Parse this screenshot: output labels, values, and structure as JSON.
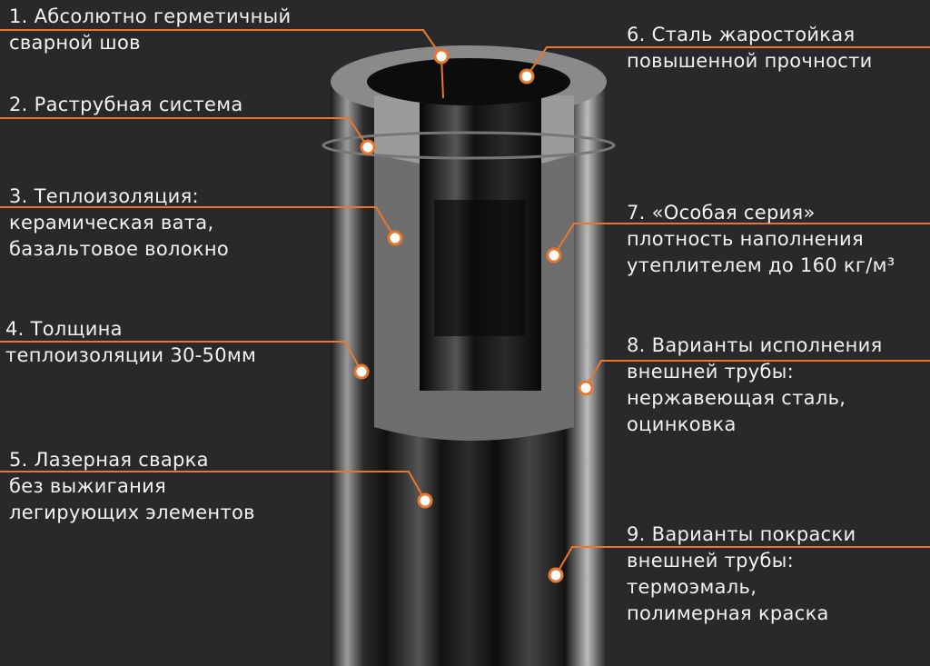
{
  "accent_color": "#e8772e",
  "labels": [
    {
      "lines": [
        "1. Абсолютно герметичный",
        "сварной шов"
      ]
    },
    {
      "lines": [
        "2. Раструбная система"
      ]
    },
    {
      "lines": [
        "3. Теплоизоляция:",
        "керамическая вата,",
        "базальтовое волокно"
      ]
    },
    {
      "lines": [
        "4. Толщина",
        "теплоизоляции 30-50мм"
      ]
    },
    {
      "lines": [
        "5. Лазерная сварка",
        "без выжигания",
        "легирующих элементов"
      ]
    },
    {
      "lines": [
        "6. Сталь жаростойкая",
        "повышенной прочности"
      ]
    },
    {
      "lines": [
        "7. «Особая серия»",
        "плотность наполнения",
        "утеплителем до 160 кг/м³"
      ]
    },
    {
      "lines": [
        "8. Варианты исполнения",
        "внешней трубы:",
        "нержавеющая сталь,",
        "оцинковка"
      ]
    },
    {
      "lines": [
        "9. Варианты покраски",
        "внешней трубы:",
        "термоэмаль,",
        "полимерная краска"
      ]
    }
  ]
}
